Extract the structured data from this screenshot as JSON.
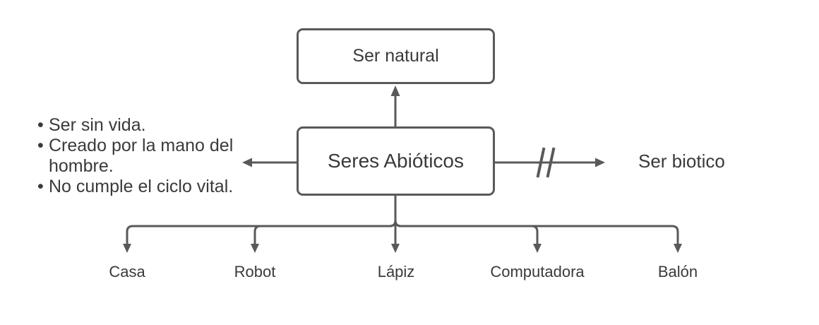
{
  "diagram": {
    "top_node": {
      "label": "Ser natural"
    },
    "center_node": {
      "label": "Seres Abióticos"
    },
    "right_node": {
      "label": "Ser biotico"
    },
    "characteristics": {
      "items": [
        "Ser sin vida.",
        "Creado por la mano del hombre.",
        "No cumple el ciclo vital."
      ]
    },
    "examples": [
      "Casa",
      "Robot",
      "Lápiz",
      "Computadora",
      "Balón"
    ],
    "colors": {
      "line": "#595959",
      "text": "#3a3a3a",
      "background": "#ffffff"
    }
  }
}
